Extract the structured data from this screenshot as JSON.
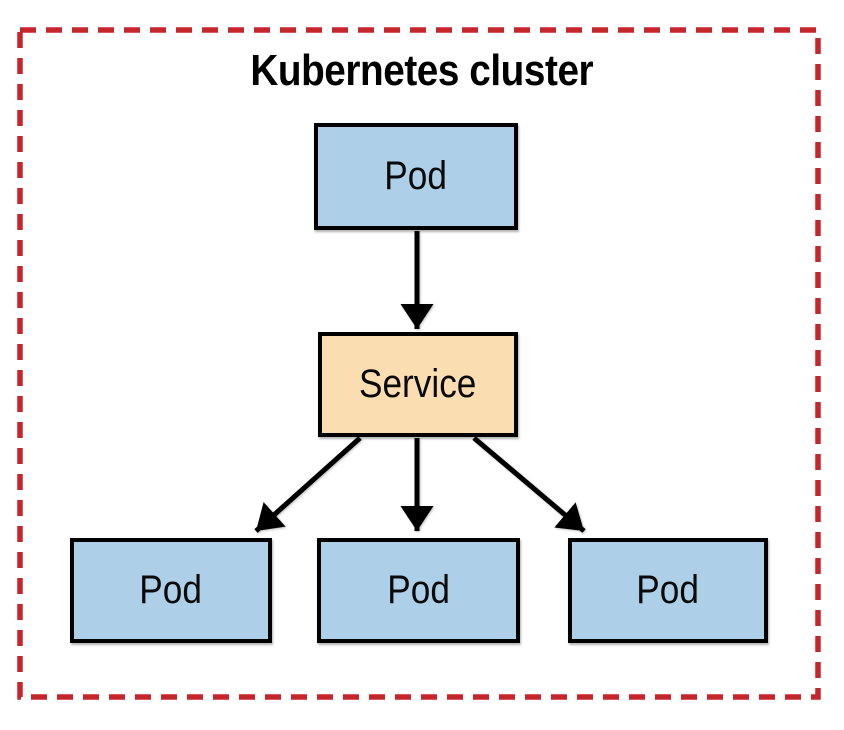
{
  "diagram": {
    "type": "flowchart",
    "title": "Kubernetes cluster",
    "nodes": [
      {
        "id": "pod-top",
        "label": "Pod",
        "kind": "pod"
      },
      {
        "id": "service",
        "label": "Service",
        "kind": "service"
      },
      {
        "id": "pod-left",
        "label": "Pod",
        "kind": "pod"
      },
      {
        "id": "pod-middle",
        "label": "Pod",
        "kind": "pod"
      },
      {
        "id": "pod-right",
        "label": "Pod",
        "kind": "pod"
      }
    ],
    "edges": [
      {
        "from": "pod-top",
        "to": "service"
      },
      {
        "from": "service",
        "to": "pod-left"
      },
      {
        "from": "service",
        "to": "pod-middle"
      },
      {
        "from": "service",
        "to": "pod-right"
      }
    ],
    "colors": {
      "pod_fill": "#AECFE8",
      "service_fill": "#FBDDB2",
      "node_border": "#000000",
      "edge": "#000000",
      "cluster_border": "#C5262C",
      "title_text": "#000000",
      "background": "#FFFFFF"
    }
  }
}
